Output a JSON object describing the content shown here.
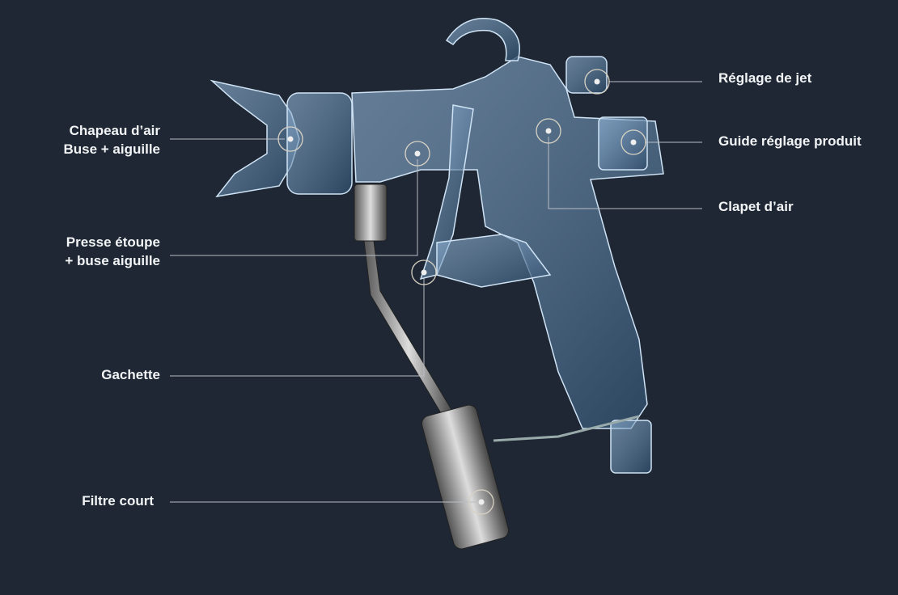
{
  "labels": {
    "chapeau_line1": "Chapeau d’air",
    "chapeau_line2": "Buse + aiguille",
    "presse_line1": "Presse étoupe",
    "presse_line2": "+ buse aiguille",
    "gachette": "Gachette",
    "filtre": "Filtre court",
    "reglage_jet": "Réglage de jet",
    "guide": "Guide réglage produit",
    "clapet": "Clapet d’air"
  },
  "colors": {
    "background": "#1e2733",
    "gun": "#6f9ac2",
    "line": "#b9bec4"
  }
}
